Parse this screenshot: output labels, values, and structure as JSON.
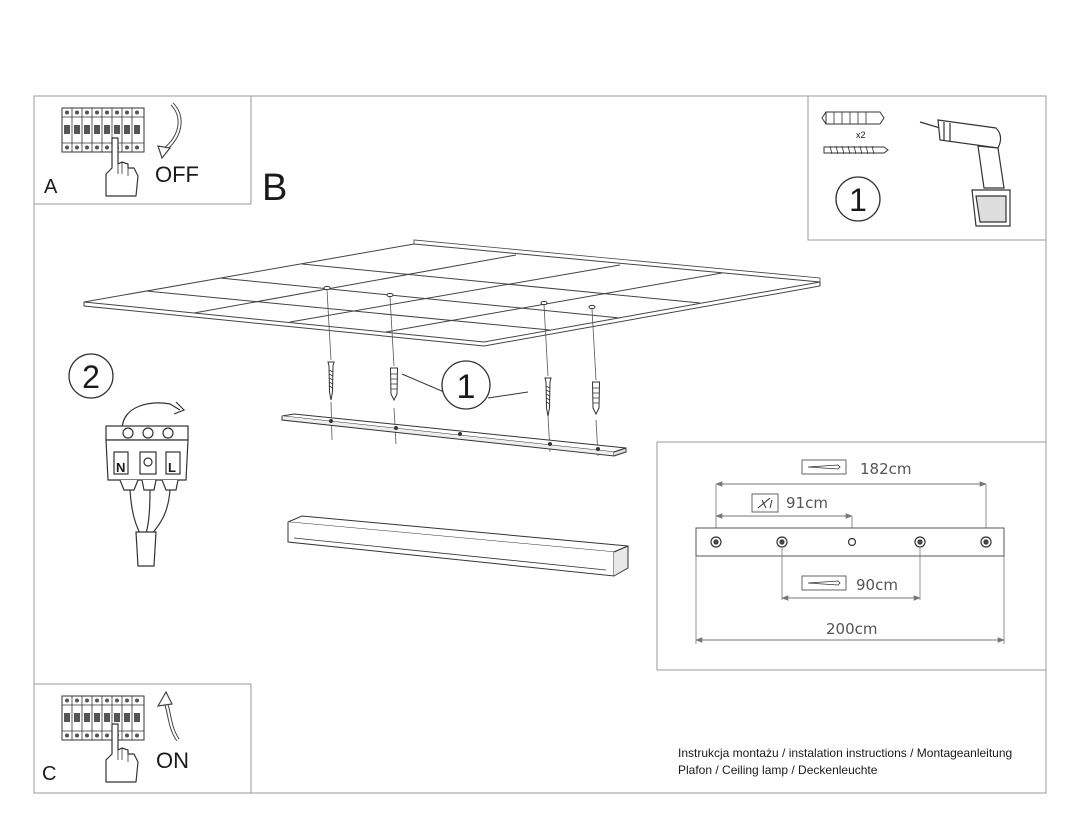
{
  "panels": {
    "a": {
      "letter": "A",
      "state_text": "OFF"
    },
    "b": {
      "letter": "B"
    },
    "c": {
      "letter": "C",
      "state_text": "ON"
    }
  },
  "steps": {
    "drill_step": "1",
    "mount_step": "1",
    "wiring_step": "2",
    "anchor_qty": "x2"
  },
  "terminals": {
    "neutral": "N",
    "live": "L"
  },
  "dimensions": {
    "total_span": "182cm",
    "half_span": "91cm",
    "inner_span": "90cm",
    "length": "200cm"
  },
  "footer": {
    "line1": "Instrukcja montażu / instalation instructions / Montageanleitung",
    "line2": "Plafon / Ceiling lamp / Deckenleuchte"
  },
  "icons": [
    "circuit-breaker-icon",
    "hand-icon",
    "curved-arrow-icon",
    "drill-icon",
    "wall-plug-icon",
    "screw-icon",
    "terminal-block-icon",
    "no-drill-icon"
  ]
}
